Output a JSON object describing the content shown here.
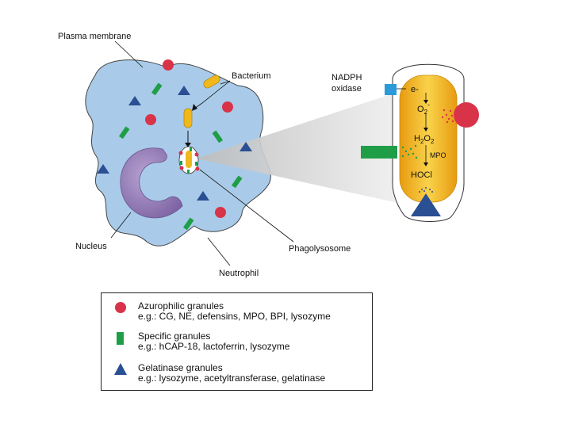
{
  "labels": {
    "plasma_membrane": "Plasma membrane",
    "bacterium": "Bacterium",
    "nadph_oxidase_line1": "NADPH",
    "nadph_oxidase_line2": "oxidase",
    "nucleus": "Nucleus",
    "phagolysosome": "Phagolysosome",
    "neutrophil": "Neutrophil"
  },
  "reactions": {
    "electron": "e-",
    "superoxide_base": "O",
    "superoxide_sub": "2",
    "superoxide_sup": "-",
    "peroxide_h": "H",
    "peroxide_sub1": "2",
    "peroxide_o": "O",
    "peroxide_sub2": "2",
    "enzyme": "MPO",
    "hypochlorous": "HOCl"
  },
  "legend": {
    "items": [
      {
        "symbol": "red-circle",
        "title": "Azurophilic granules",
        "example": "e.g.: CG, NE, defensins, MPO, BPI, lysozyme"
      },
      {
        "symbol": "green-rect",
        "title": "Specific granules",
        "example": "e.g.: hCAP-18, lactoferrin, lysozyme"
      },
      {
        "symbol": "blue-triangle",
        "title": "Gelatinase granules",
        "example": "e.g.: lysozyme, acetyltransferase, gelatinase"
      }
    ]
  },
  "colors": {
    "cytoplasm": "#a9cbe9",
    "nucleus": "#9479b5",
    "azurophilic": "#d9334a",
    "specific": "#1f9e47",
    "gelatinase": "#2a4f93",
    "bacterium": "#f0b81c",
    "phagolysosome_fill": "#f3b51f",
    "nadph_box": "#2a9ad8"
  }
}
